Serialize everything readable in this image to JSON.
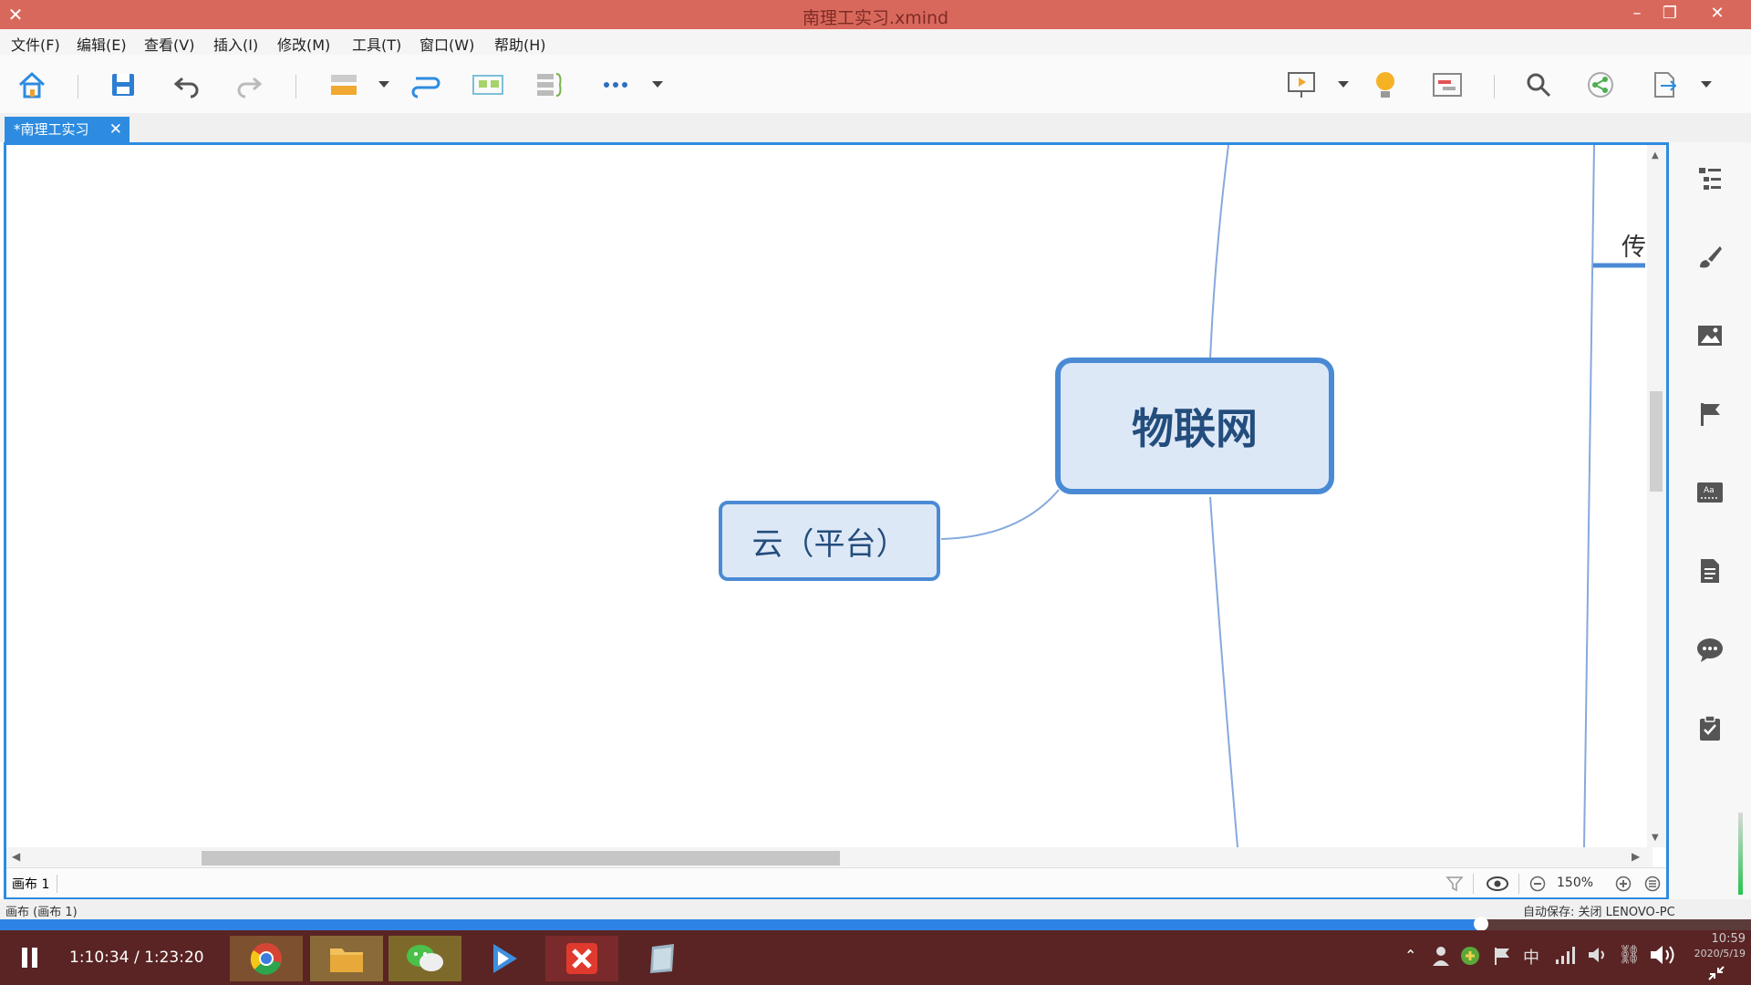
{
  "window": {
    "title": "南理工实习.xmind"
  },
  "menu": [
    "文件(F)",
    "编辑(E)",
    "查看(V)",
    "插入(I)",
    "修改(M)",
    "工具(T)",
    "窗口(W)",
    "帮助(H)"
  ],
  "tab": {
    "label": "*南理工实习"
  },
  "mindmap": {
    "central_topic": "物联网",
    "subtopic": "云（平台）",
    "partial_topic": "传"
  },
  "sheet": {
    "tab_label": "画布 1"
  },
  "zoom": {
    "level": "150%"
  },
  "status": {
    "left": "画布 (画布 1)",
    "right": "自动保存: 关闭 LENOVO-PC"
  },
  "video": {
    "timecode": "1:10:34 / 1:23:20",
    "progress_fraction": 0.846,
    "clock": "10:59",
    "date": "2020/5/19"
  },
  "colors": {
    "accent": "#2d8ce0",
    "titlebar": "#d9685c",
    "topic_fill": "#dde8f7",
    "topic_border": "#4a8ad4"
  }
}
